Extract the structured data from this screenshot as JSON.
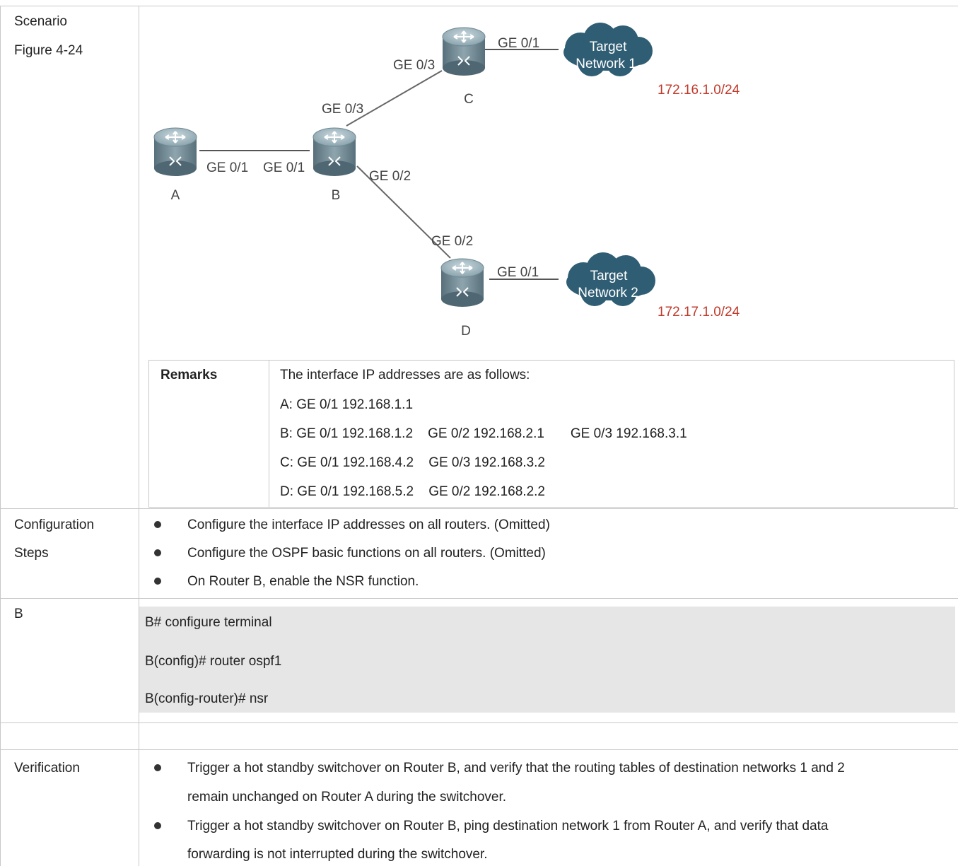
{
  "labels": {
    "scenario": "Scenario",
    "figure": "Figure 4-24",
    "config_1": "Configuration",
    "config_2": "Steps",
    "device_b": "B",
    "verification": "Verification"
  },
  "diagram": {
    "routers": {
      "a": "A",
      "b": "B",
      "c": "C",
      "d": "D"
    },
    "ports": {
      "a_ge01": "GE 0/1",
      "b_ge01": "GE 0/1",
      "b_ge03": "GE 0/3",
      "b_ge02": "GE 0/2",
      "c_ge03": "GE 0/3",
      "c_ge01": "GE 0/1",
      "d_ge02": "GE 0/2",
      "d_ge01": "GE 0/1"
    },
    "clouds": {
      "net1_l1": "Target",
      "net1_l2": "Network 1",
      "net2_l1": "Target",
      "net2_l2": "Network 2"
    },
    "subnets": {
      "net1": "172.16.1.0/24",
      "net2": "172.17.1.0/24"
    },
    "colors": {
      "subnet": "#c0392b",
      "cloud": "#2f5d73",
      "router_top": "#a8bcc4",
      "router_body": "#6e8a96"
    }
  },
  "remarks": {
    "header": "Remarks",
    "lines": [
      "The interface IP addresses are as follows:",
      "A: GE 0/1 192.168.1.1",
      "B: GE 0/1 192.168.1.2    GE 0/2 192.168.2.1       GE 0/3 192.168.3.1",
      "C: GE 0/1 192.168.4.2    GE 0/3 192.168.3.2",
      "D: GE 0/1 192.168.5.2    GE 0/2 192.168.2.2"
    ]
  },
  "config_steps": [
    "Configure the interface IP addresses on all routers. (Omitted)",
    "Configure the OSPF basic functions on all routers. (Omitted)",
    "On Router B, enable the NSR function."
  ],
  "code_lines": [
    "B# configure terminal",
    "B(config)# router ospf1",
    "B(config-router)# nsr"
  ],
  "verification": {
    "item1_line1": "Trigger a hot standby switchover on Router B, and verify that the routing tables of destination networks 1 and 2",
    "item1_line2": "remain unchanged on Router A during the switchover.",
    "item2_line1": "Trigger a hot standby switchover on Router B, ping destination network 1 from Router A, and verify that data",
    "item2_line2": "forwarding is not interrupted during the switchover."
  }
}
